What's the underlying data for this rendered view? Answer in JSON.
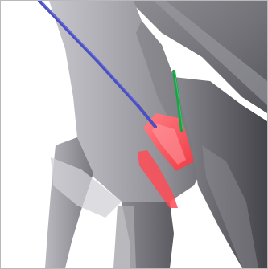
{
  "scene": {
    "kind": "3d-render",
    "subject": "bicycle-frame-junction",
    "colors": {
      "background": "#ffffff",
      "frame_light": "#b0b0b5",
      "frame_mid": "#8e8e94",
      "frame_dark": "#5f5f66",
      "blue_wire": "#4b4fc0",
      "green_wire": "#1aa247",
      "red_highlight": "#ff5a61"
    },
    "elements": [
      "frame-tube",
      "blue-wire",
      "green-wire",
      "red-highlight"
    ]
  }
}
